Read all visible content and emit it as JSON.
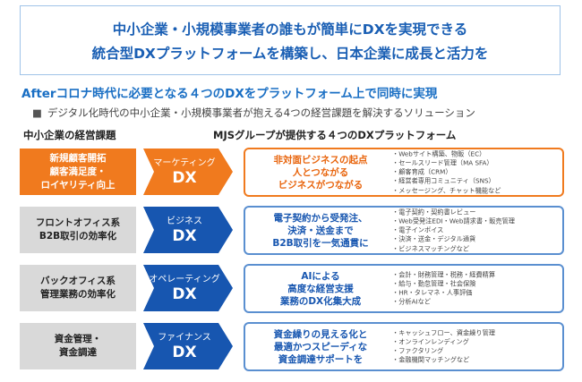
{
  "header": {
    "line1": "中小企業・小規模事業者の誰もが簡単にDXを実現できる",
    "line2": "統合型DXプラットフォームを構築し、日本企業に成長と活力を"
  },
  "section_title": "Afterコロナ時代に必要となる４つのDXをプラットフォーム上で同時に実現",
  "bullet": "デジタル化時代の中小企業・小規模事業者が抱える4つの経営課題を解決するソリューション",
  "bullet_marker": "■",
  "left_heading": "中小企業の経営課題",
  "right_heading": "MJSグループが提供する４つのDXプラットフォーム",
  "colors": {
    "orange": "#f07a1e",
    "blue": "#1756b0",
    "grey": "#d9d9d9",
    "header_text": "#1a5fb4"
  },
  "rows": [
    {
      "challenge": "新規顧客開拓\n顧客満足度・\nロイヤリティ向上",
      "dx_name": "マーケティング",
      "dx_label": "DX",
      "solution": "非対面ビジネスの起点\n人とつながる\nビジネスがつながる",
      "features": [
        "Webサイト構築、物販（EC）",
        "セールスリード管理（MA SFA）",
        "顧客育成（CRM）",
        "経営者専用コミュニティ（SNS）",
        "メッセージング、チャット機能など"
      ]
    },
    {
      "challenge": "フロントオフィス系\nB2B取引の効率化",
      "dx_name": "ビジネス",
      "dx_label": "DX",
      "solution": "電子契約から受発注、\n決済・送金まで\nB2B取引を一気通貫に",
      "features": [
        "電子契約・契約書レビュー",
        "Web受発注EDI・Web請求書・販売管理",
        "電子インボイス",
        "決済・送金・デジタル通貨",
        "ビジネスマッチングなど"
      ]
    },
    {
      "challenge": "バックオフィス系\n管理業務の効率化",
      "dx_name": "オペレーティング",
      "dx_label": "DX",
      "solution": "AIによる\n高度な経営支援\n業務のDX化集大成",
      "features": [
        "会計・財務管理・税務・経費精算",
        "給与・勤怠管理・社会保険",
        "HR・タレマネ・人事評価",
        "分析AIなど"
      ]
    },
    {
      "challenge": "資金管理・\n資金調達",
      "dx_name": "ファイナンス",
      "dx_label": "DX",
      "solution": "資金繰りの見える化と\n最適かつスピーディな\n資金調達サポートを",
      "features": [
        "キャッシュフロー、資金繰り管理",
        "オンラインレンディング",
        "ファクタリング",
        "金融機関マッチングなど"
      ]
    }
  ]
}
